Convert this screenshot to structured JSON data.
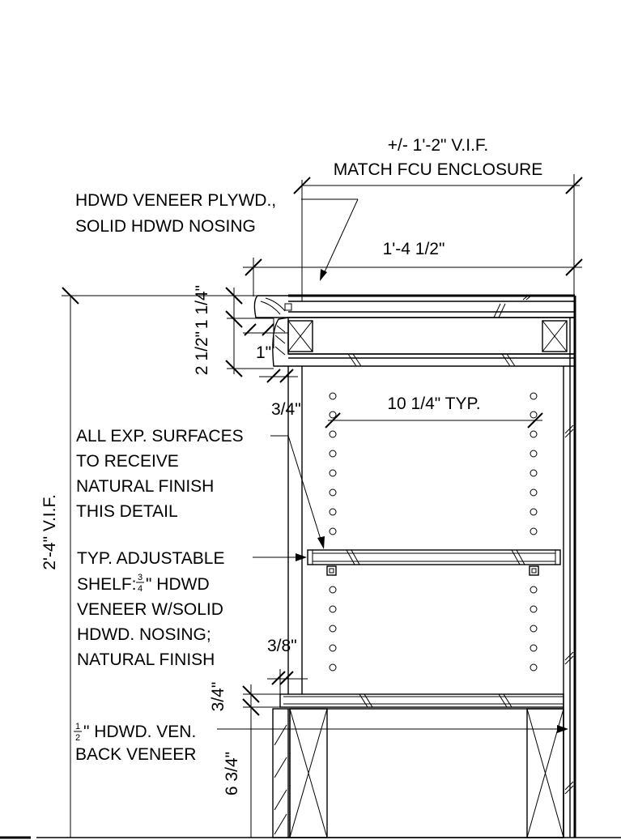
{
  "dimensions": {
    "overall_width_vif": "+/- 1'-2\" V.I.F.",
    "match_fcu": "MATCH FCU ENCLOSURE",
    "width": "1'-4 1/2\"",
    "top_thickness": "1 1/4\"",
    "apron_height": "2 1/2\"",
    "one_inch": "1\"",
    "three_quarter_a": "3/4\"",
    "shelf_span": "10 1/4\" TYP.",
    "overall_height": "2'-4\" V.I.F.",
    "three_eighths": "3/8\"",
    "three_quarter_b": "3/4\"",
    "base_height": "6 3/4\""
  },
  "notes": {
    "veneer_1": "HDWD VENEER PLYWD.,",
    "veneer_2": "SOLID HDWD NOSING",
    "finish_1": "ALL EXP. SURFACES",
    "finish_2": "TO RECEIVE",
    "finish_3": "NATURAL FINISH",
    "finish_4": "THIS DETAIL",
    "shelf_1": "TYP. ADJUSTABLE",
    "shelf_2a": "SHELF: ",
    "shelf_frac_num": "3",
    "shelf_frac_den": "4",
    "shelf_2b": "\" HDWD",
    "shelf_3": "VENEER W/SOLID",
    "shelf_4": "HDWD. NOSING;",
    "shelf_5": "NATURAL FINISH",
    "back_frac_num": "1",
    "back_frac_den": "2",
    "back_1b": "\" HDWD. VEN.",
    "back_2": "BACK VENEER"
  }
}
